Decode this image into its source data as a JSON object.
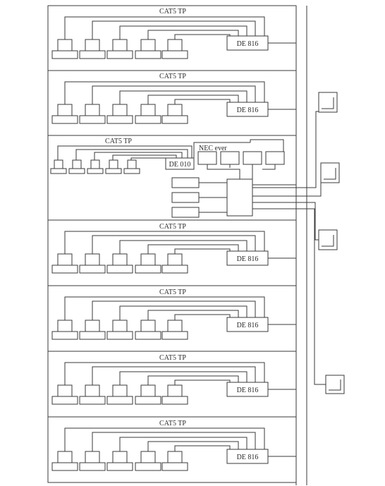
{
  "diagram": {
    "floors": [
      {
        "cable_label": "CAT5 TP",
        "switch_label": "DE 816"
      },
      {
        "cable_label": "CAT5 TP",
        "switch_label": "DE 816"
      },
      {
        "cable_label": "CAT5 TP",
        "switch_label": "DE 010",
        "server_label": "NEC ever"
      },
      {
        "cable_label": "CAT5 TP",
        "switch_label": "DE 816"
      },
      {
        "cable_label": "CAT5 TP",
        "switch_label": "DE 816"
      },
      {
        "cable_label": "CAT5 TP",
        "switch_label": "DE 816"
      },
      {
        "cable_label": "CAT5 TP",
        "switch_label": "DE 816"
      }
    ]
  }
}
